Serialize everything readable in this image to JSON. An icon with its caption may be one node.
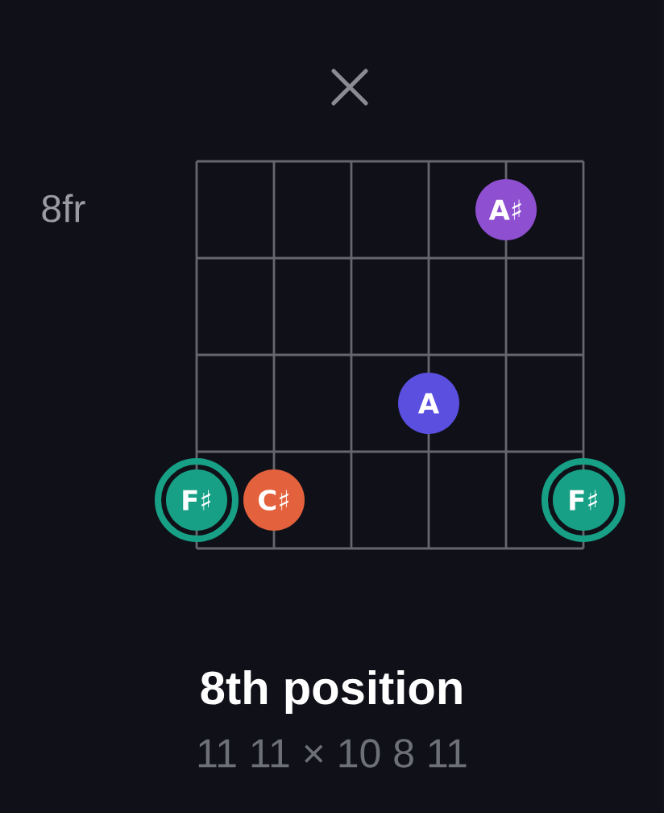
{
  "diagram": {
    "title": "8th position",
    "nodes": [
      {
        "text": [
          "A♯"
        ]
      },
      {
        "text": [
          "A"
        ]
      },
      {
        "text": [
          "F♯"
        ]
      },
      {
        "text": [
          "C♯"
        ]
      },
      {
        "text": [
          "F♯"
        ]
      }
    ],
    "labels": [
      "8fr",
      "11 11 × 10 8 11"
    ]
  }
}
